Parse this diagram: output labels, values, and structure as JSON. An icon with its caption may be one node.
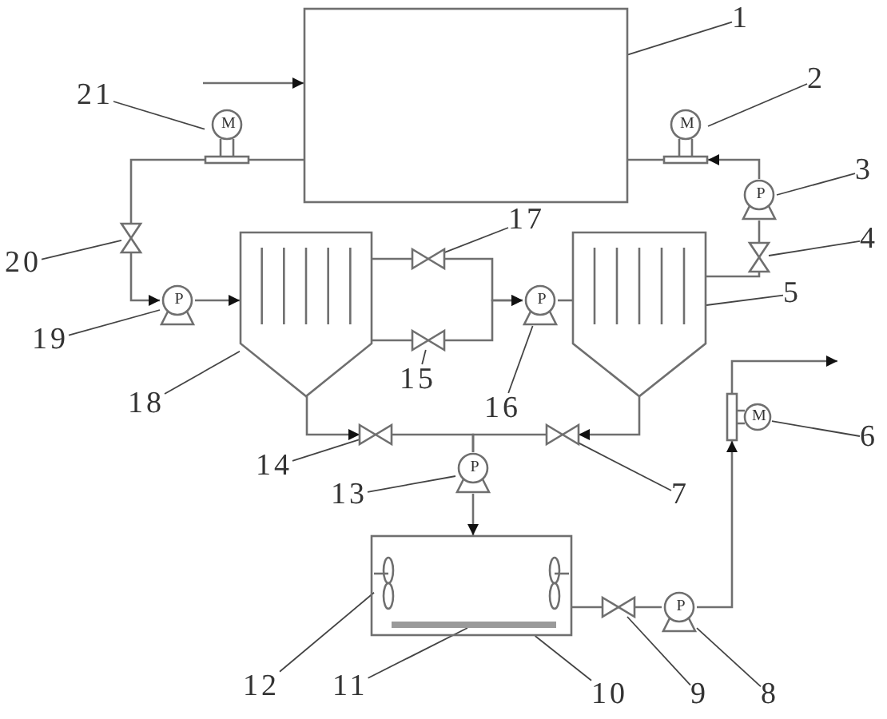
{
  "diagram": {
    "nodes": [
      {
        "text": [],
        "shape": "box"
      },
      {
        "text": [
          "M"
        ]
      },
      {
        "text": [
          "M"
        ]
      },
      {
        "text": [],
        "shape": "valve"
      },
      {
        "text": [
          "P"
        ]
      },
      {
        "text": [],
        "shape": "tank"
      },
      {
        "text": [],
        "shape": "valve"
      },
      {
        "text": [],
        "shape": "valve"
      },
      {
        "text": [
          "P"
        ]
      },
      {
        "text": [],
        "shape": "tank"
      },
      {
        "text": [
          "P"
        ]
      },
      {
        "text": [],
        "shape": "valve"
      },
      {
        "text": [],
        "shape": "valve"
      },
      {
        "text": [],
        "shape": "valve"
      },
      {
        "text": [
          "P"
        ]
      },
      {
        "text": [
          "M"
        ]
      },
      {
        "text": [],
        "shape": "box"
      },
      {
        "text": [],
        "shape": "propeller",
        "in": 16
      },
      {
        "text": [],
        "shape": "propeller",
        "in": 16
      },
      {
        "text": [],
        "shape": "bar",
        "in": 16
      },
      {
        "text": [],
        "shape": "valve"
      },
      {
        "text": [
          "P"
        ]
      },
      {
        "text": [
          "1"
        ]
      },
      {
        "text": [
          "2"
        ]
      },
      {
        "text": [
          "3"
        ]
      },
      {
        "text": [
          "4"
        ]
      },
      {
        "text": [
          "5"
        ]
      },
      {
        "text": [
          "6"
        ]
      },
      {
        "text": [
          "7"
        ]
      },
      {
        "text": [
          "8"
        ]
      },
      {
        "text": [
          "9"
        ]
      },
      {
        "text": [
          "10"
        ]
      },
      {
        "text": [
          "11"
        ]
      },
      {
        "text": [
          "12"
        ]
      },
      {
        "text": [
          "13"
        ]
      },
      {
        "text": [
          "14"
        ]
      },
      {
        "text": [
          "15"
        ]
      },
      {
        "text": [
          "16"
        ]
      },
      {
        "text": [
          "17"
        ]
      },
      {
        "text": [
          "18"
        ]
      },
      {
        "text": [
          "19"
        ]
      },
      {
        "text": [
          "20"
        ]
      },
      {
        "text": [
          "21"
        ]
      }
    ],
    "edges": [
      {
        "from": null,
        "to": 0,
        "arrow": "to"
      },
      {
        "from": 0,
        "to": 1,
        "arrow": "none"
      },
      {
        "from": 1,
        "to": 3,
        "arrow": "none"
      },
      {
        "from": 3,
        "to": 4,
        "arrow": "to"
      },
      {
        "from": 4,
        "to": 5,
        "arrow": "to"
      },
      {
        "from": 5,
        "to": 6,
        "arrow": "none"
      },
      {
        "from": 5,
        "to": 7,
        "arrow": "none"
      },
      {
        "from": 6,
        "to": 8,
        "arrow": "to"
      },
      {
        "from": 7,
        "to": 8,
        "arrow": "to"
      },
      {
        "from": 8,
        "to": 9,
        "arrow": "none"
      },
      {
        "from": 9,
        "to": 11,
        "arrow": "none"
      },
      {
        "from": 11,
        "to": 10,
        "arrow": "none"
      },
      {
        "from": 10,
        "to": 2,
        "arrow": "to"
      },
      {
        "from": 2,
        "to": 0,
        "arrow": "none"
      },
      {
        "from": 5,
        "to": 12,
        "arrow": "to"
      },
      {
        "from": 9,
        "to": 13,
        "arrow": "to"
      },
      {
        "from": 12,
        "to": 14,
        "arrow": "none"
      },
      {
        "from": 13,
        "to": 14,
        "arrow": "none"
      },
      {
        "from": 14,
        "to": 16,
        "arrow": "to"
      },
      {
        "from": 16,
        "to": 20,
        "arrow": "none"
      },
      {
        "from": 20,
        "to": 21,
        "arrow": "none"
      },
      {
        "from": 21,
        "to": 15,
        "arrow": "to"
      },
      {
        "from": 15,
        "to": null,
        "arrow": "to"
      },
      {
        "from": 22,
        "to": 0,
        "arrow": "none"
      },
      {
        "from": 23,
        "to": 2,
        "arrow": "none"
      },
      {
        "from": 24,
        "to": 10,
        "arrow": "none"
      },
      {
        "from": 25,
        "to": 11,
        "arrow": "none"
      },
      {
        "from": 26,
        "to": 9,
        "arrow": "none"
      },
      {
        "from": 27,
        "to": 15,
        "arrow": "none"
      },
      {
        "from": 28,
        "to": 13,
        "arrow": "none"
      },
      {
        "from": 29,
        "to": 21,
        "arrow": "none"
      },
      {
        "from": 30,
        "to": 20,
        "arrow": "none"
      },
      {
        "from": 31,
        "to": 16,
        "arrow": "none"
      },
      {
        "from": 32,
        "to": 19,
        "arrow": "none"
      },
      {
        "from": 33,
        "to": 17,
        "arrow": "none"
      },
      {
        "from": 34,
        "to": 14,
        "arrow": "none"
      },
      {
        "from": 35,
        "to": 12,
        "arrow": "none"
      },
      {
        "from": 36,
        "to": 7,
        "arrow": "none"
      },
      {
        "from": 37,
        "to": 8,
        "arrow": "none"
      },
      {
        "from": 38,
        "to": 6,
        "arrow": "none"
      },
      {
        "from": 39,
        "to": 5,
        "arrow": "none"
      },
      {
        "from": 40,
        "to": 4,
        "arrow": "none"
      },
      {
        "from": 41,
        "to": 3,
        "arrow": "none"
      },
      {
        "from": 42,
        "to": 1,
        "arrow": "none"
      }
    ]
  }
}
